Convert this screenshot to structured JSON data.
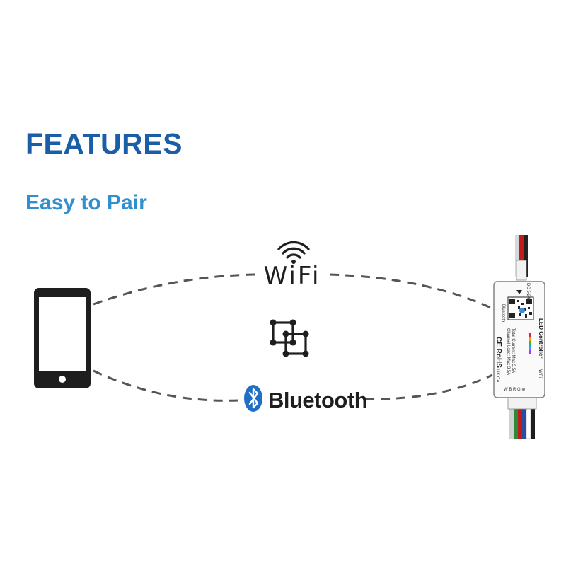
{
  "heading": {
    "title": "FEATURES",
    "subtitle": "Easy to Pair"
  },
  "labels": {
    "wifi": "WiFi",
    "bluetooth": "Bluetooth"
  },
  "device": {
    "product_name": "LED Controller",
    "wifi_text": "WiFi",
    "bluetooth_text": "Bluetooth",
    "channel_load": "Channel Load: Max 3.5A",
    "total_current": "Total Current: Max 3.5A",
    "voltage": "DC 5-24V",
    "pins": "W B R G ⊕",
    "certifications": "CE RoHS",
    "uk_mark": "UK CA"
  },
  "colors": {
    "title": "#1a5ea8",
    "subtitle": "#2f8fd0",
    "bluetooth_blue": "#1f6fc4",
    "icon_dark": "#1e1e1e",
    "dash": "#555555"
  },
  "icons": {
    "phone": "smartphone-icon",
    "wifi": "wifi-signal-icon",
    "pairing": "pairing-squares-icon",
    "bluetooth": "bluetooth-icon"
  }
}
